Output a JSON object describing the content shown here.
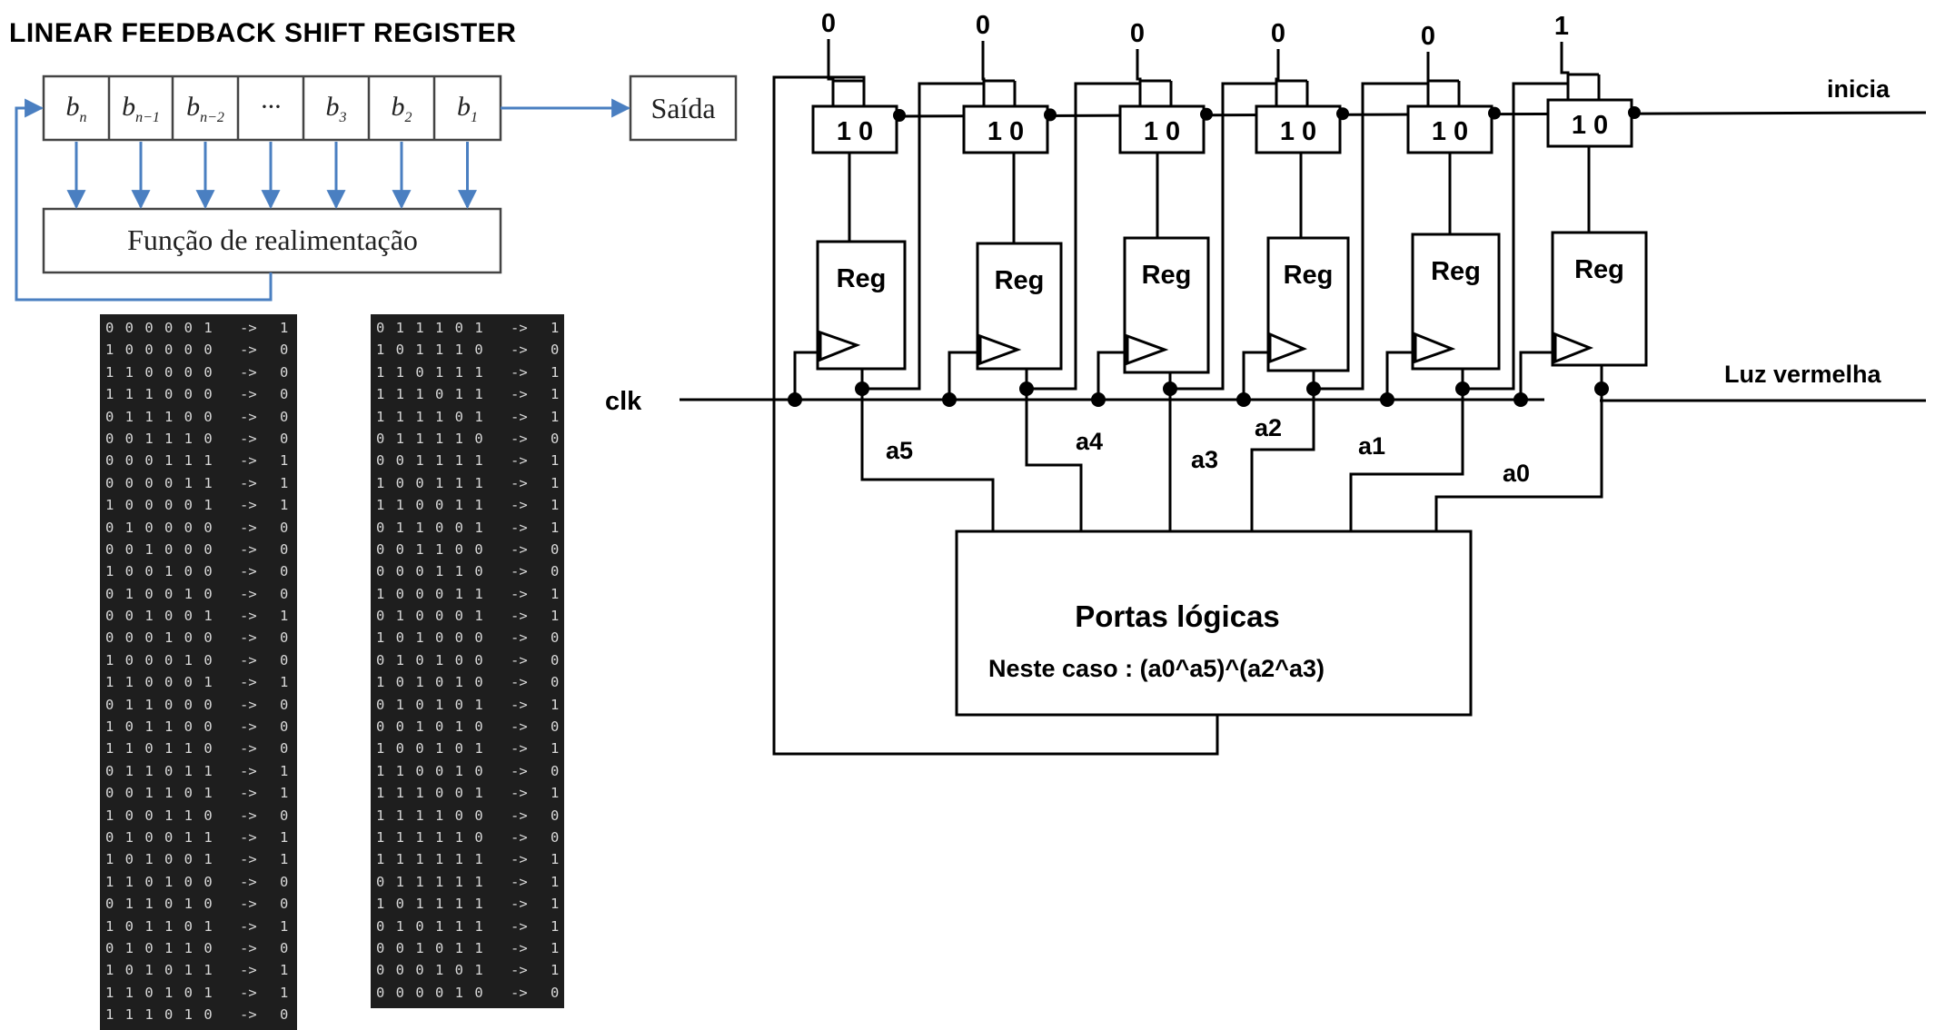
{
  "title": "LINEAR FEEDBACK SHIFT REGISTER",
  "lfsr_block": {
    "cells": [
      "b_n",
      "b_n−1",
      "b_n−2",
      "···",
      "b_3",
      "b_2",
      "b_1"
    ],
    "cell_labels": [
      {
        "main": "b",
        "sub": "n"
      },
      {
        "main": "b",
        "sub": "n−1"
      },
      {
        "main": "b",
        "sub": "n−2"
      },
      {
        "main": "···",
        "sub": ""
      },
      {
        "main": "b",
        "sub": "3"
      },
      {
        "main": "b",
        "sub": "2"
      },
      {
        "main": "b",
        "sub": "1"
      }
    ],
    "output_label": "Saída",
    "feedback_label": "Função de realimentação"
  },
  "circuit": {
    "mux_label": "1 0",
    "reg_label": "Reg",
    "init_values": [
      "0",
      "0",
      "0",
      "0",
      "0",
      "1"
    ],
    "signal_labels": [
      "a5",
      "a4",
      "a3",
      "a2",
      "a1",
      "a0"
    ],
    "inicia_label": "inicia",
    "clk_label": "clk",
    "output_label": "Luz vermelha",
    "logic_title": "Portas lógicas",
    "logic_case": "Neste caso : (a0^a5)^(a2^a3)"
  },
  "sequence_left": [
    {
      "bits": "0 0 0 0 0 1",
      "out": "1"
    },
    {
      "bits": "1 0 0 0 0 0",
      "out": "0"
    },
    {
      "bits": "1 1 0 0 0 0",
      "out": "0"
    },
    {
      "bits": "1 1 1 0 0 0",
      "out": "0"
    },
    {
      "bits": "0 1 1 1 0 0",
      "out": "0"
    },
    {
      "bits": "0 0 1 1 1 0",
      "out": "0"
    },
    {
      "bits": "0 0 0 1 1 1",
      "out": "1"
    },
    {
      "bits": "0 0 0 0 1 1",
      "out": "1"
    },
    {
      "bits": "1 0 0 0 0 1",
      "out": "1"
    },
    {
      "bits": "0 1 0 0 0 0",
      "out": "0"
    },
    {
      "bits": "0 0 1 0 0 0",
      "out": "0"
    },
    {
      "bits": "1 0 0 1 0 0",
      "out": "0"
    },
    {
      "bits": "0 1 0 0 1 0",
      "out": "0"
    },
    {
      "bits": "0 0 1 0 0 1",
      "out": "1"
    },
    {
      "bits": "0 0 0 1 0 0",
      "out": "0"
    },
    {
      "bits": "1 0 0 0 1 0",
      "out": "0"
    },
    {
      "bits": "1 1 0 0 0 1",
      "out": "1"
    },
    {
      "bits": "0 1 1 0 0 0",
      "out": "0"
    },
    {
      "bits": "1 0 1 1 0 0",
      "out": "0"
    },
    {
      "bits": "1 1 0 1 1 0",
      "out": "0"
    },
    {
      "bits": "0 1 1 0 1 1",
      "out": "1"
    },
    {
      "bits": "0 0 1 1 0 1",
      "out": "1"
    },
    {
      "bits": "1 0 0 1 1 0",
      "out": "0"
    },
    {
      "bits": "0 1 0 0 1 1",
      "out": "1"
    },
    {
      "bits": "1 0 1 0 0 1",
      "out": "1"
    },
    {
      "bits": "1 1 0 1 0 0",
      "out": "0"
    },
    {
      "bits": "0 1 1 0 1 0",
      "out": "0"
    },
    {
      "bits": "1 0 1 1 0 1",
      "out": "1"
    },
    {
      "bits": "0 1 0 1 1 0",
      "out": "0"
    },
    {
      "bits": "1 0 1 0 1 1",
      "out": "1"
    },
    {
      "bits": "1 1 0 1 0 1",
      "out": "1"
    },
    {
      "bits": "1 1 1 0 1 0",
      "out": "0"
    }
  ],
  "sequence_right": [
    {
      "bits": "0 1 1 1 0 1",
      "out": "1"
    },
    {
      "bits": "1 0 1 1 1 0",
      "out": "0"
    },
    {
      "bits": "1 1 0 1 1 1",
      "out": "1"
    },
    {
      "bits": "1 1 1 0 1 1",
      "out": "1"
    },
    {
      "bits": "1 1 1 1 0 1",
      "out": "1"
    },
    {
      "bits": "0 1 1 1 1 0",
      "out": "0"
    },
    {
      "bits": "0 0 1 1 1 1",
      "out": "1"
    },
    {
      "bits": "1 0 0 1 1 1",
      "out": "1"
    },
    {
      "bits": "1 1 0 0 1 1",
      "out": "1"
    },
    {
      "bits": "0 1 1 0 0 1",
      "out": "1"
    },
    {
      "bits": "0 0 1 1 0 0",
      "out": "0"
    },
    {
      "bits": "0 0 0 1 1 0",
      "out": "0"
    },
    {
      "bits": "1 0 0 0 1 1",
      "out": "1"
    },
    {
      "bits": "0 1 0 0 0 1",
      "out": "1"
    },
    {
      "bits": "1 0 1 0 0 0",
      "out": "0"
    },
    {
      "bits": "0 1 0 1 0 0",
      "out": "0"
    },
    {
      "bits": "1 0 1 0 1 0",
      "out": "0"
    },
    {
      "bits": "0 1 0 1 0 1",
      "out": "1"
    },
    {
      "bits": "0 0 1 0 1 0",
      "out": "0"
    },
    {
      "bits": "1 0 0 1 0 1",
      "out": "1"
    },
    {
      "bits": "1 1 0 0 1 0",
      "out": "0"
    },
    {
      "bits": "1 1 1 0 0 1",
      "out": "1"
    },
    {
      "bits": "1 1 1 1 0 0",
      "out": "0"
    },
    {
      "bits": "1 1 1 1 1 0",
      "out": "0"
    },
    {
      "bits": "1 1 1 1 1 1",
      "out": "1"
    },
    {
      "bits": "0 1 1 1 1 1",
      "out": "1"
    },
    {
      "bits": "1 0 1 1 1 1",
      "out": "1"
    },
    {
      "bits": "0 1 0 1 1 1",
      "out": "1"
    },
    {
      "bits": "0 0 1 0 1 1",
      "out": "1"
    },
    {
      "bits": "0 0 0 1 0 1",
      "out": "1"
    },
    {
      "bits": "0 0 0 0 1 0",
      "out": "0"
    }
  ],
  "colors": {
    "lfsr_arrow": "#4a7fc1",
    "terminal_bg": "#1e1e1e",
    "terminal_text": "#d8d8d8",
    "wire": "#000000"
  }
}
